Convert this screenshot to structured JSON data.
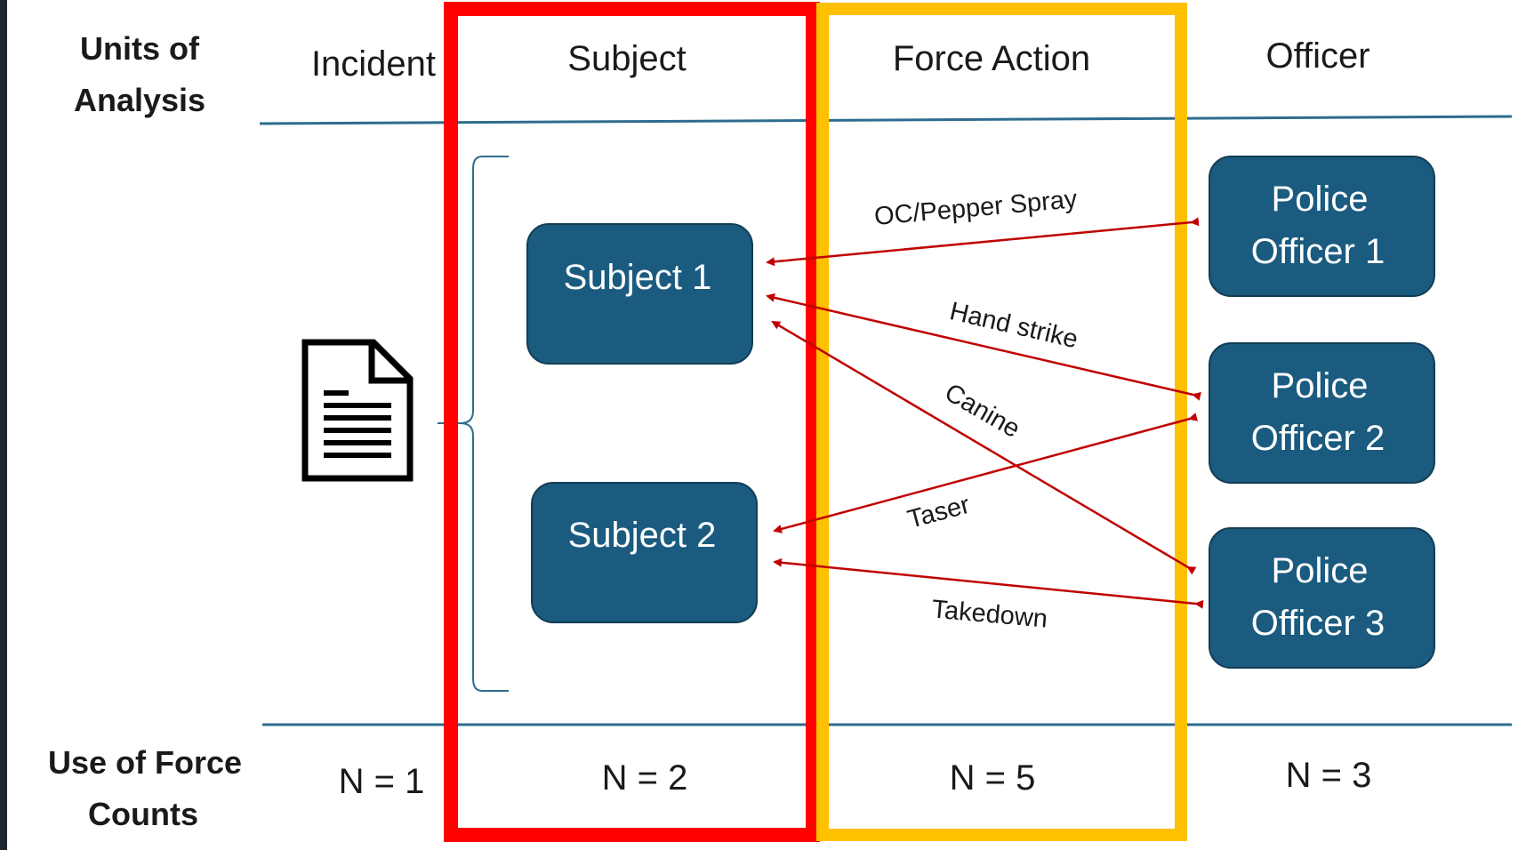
{
  "row_labels": {
    "units_line1": "Units of",
    "units_line2": "Analysis",
    "counts_line1": "Use of Force",
    "counts_line2": "Counts"
  },
  "columns": {
    "incident": "Incident",
    "subject": "Subject",
    "force_action": "Force Action",
    "officer": "Officer"
  },
  "subjects": [
    {
      "label": "Subject 1"
    },
    {
      "label": "Subject 2"
    }
  ],
  "officers": [
    {
      "line1": "Police",
      "line2": "Officer 1"
    },
    {
      "line1": "Police",
      "line2": "Officer 2"
    },
    {
      "line1": "Police",
      "line2": "Officer 3"
    }
  ],
  "force_actions": [
    {
      "label": "OC/Pepper Spray",
      "from": "Police Officer 1",
      "to": "Subject 1"
    },
    {
      "label": "Hand strike",
      "from": "Police Officer 2",
      "to": "Subject 1"
    },
    {
      "label": "Canine",
      "from": "Police Officer 3",
      "to": "Subject 1"
    },
    {
      "label": "Taser",
      "from": "Police Officer 2",
      "to": "Subject 2"
    },
    {
      "label": "Takedown",
      "from": "Police Officer 3",
      "to": "Subject 2"
    }
  ],
  "counts": {
    "incident": "N = 1",
    "subject": "N = 2",
    "force_action": "N = 5",
    "officer": "N = 3"
  },
  "colors": {
    "background": "#ffffff",
    "frame": "#1f2733",
    "node_fill": "#1a5b7f",
    "node_border": "#113d55",
    "divider": "#2e6c8f",
    "arrow": "#c00000",
    "subject_highlight": "#ff0000",
    "force_action_highlight": "#ffc000"
  },
  "icons": {
    "incident_icon": "document-icon"
  }
}
